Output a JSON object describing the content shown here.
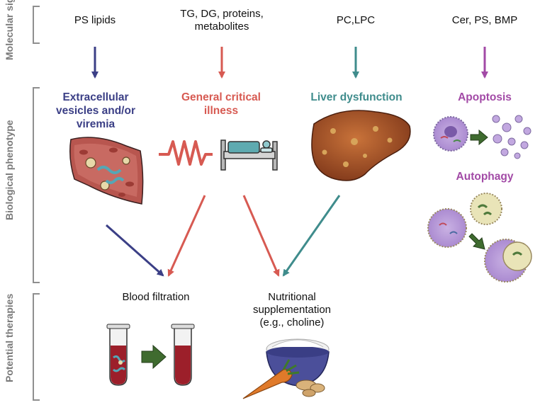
{
  "colors": {
    "blue": "#3b3f86",
    "red": "#d75a52",
    "teal": "#3f8c8c",
    "purple": "#a24aa6",
    "bracket": "#8f8f8f",
    "side_label": "#7a7a7a"
  },
  "sections": {
    "molecular": "Molecular signature",
    "biological": "Biological phenotype",
    "therapies": "Potential therapies"
  },
  "signatures": {
    "ps_lipids": "PS lipids",
    "tg_dg": "TG, DG, proteins, metabolites",
    "pc_lpc": "PC,LPC",
    "cer_ps_bmp": "Cer, PS, BMP"
  },
  "phenotypes": {
    "ev": "Extracellular vesicles and/or viremia",
    "critical": "General critical illness",
    "liver": "Liver dysfunction",
    "apoptosis": "Apoptosis",
    "autophagy": "Autophagy"
  },
  "therapies": {
    "blood": "Blood filtration",
    "nutrition": "Nutritional supplementation (e.g., choline)"
  },
  "icons": [
    "blood-vessel-icon",
    "heartbeat-icon",
    "hospital-bed-icon",
    "liver-icon",
    "apoptotic-cell-icon",
    "autophagy-cell-icon",
    "test-tube-icon",
    "food-bowl-icon",
    "carrot-icon",
    "peanut-icon"
  ]
}
